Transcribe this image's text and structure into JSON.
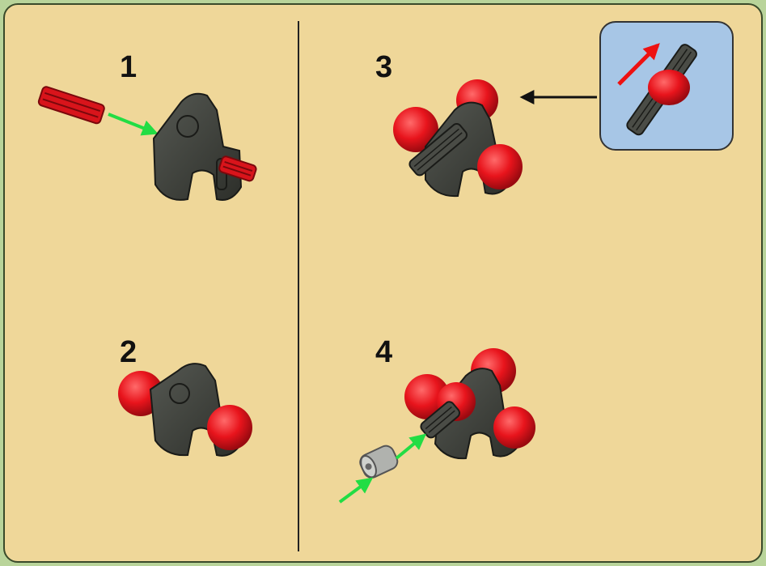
{
  "steps": [
    {
      "number": "1"
    },
    {
      "number": "2"
    },
    {
      "number": "3"
    },
    {
      "number": "4"
    }
  ],
  "colors": {
    "page_background": "#efd799",
    "outer_background": "#b9d49a",
    "frame_border": "#3a4a2a",
    "dark_part": "#3b3d37",
    "red_part": "#e8141c",
    "green_arrow": "#22dd44",
    "red_arrow": "#ee1111",
    "callout_background": "#a7c6e6",
    "bushing_gray": "#b0b2ae"
  },
  "icons": [
    "red-axle-icon",
    "dark-connector-icon",
    "red-ball-icon",
    "gray-bushing-icon",
    "green-arrow-icon",
    "black-arrow-icon",
    "red-arrow-icon"
  ]
}
